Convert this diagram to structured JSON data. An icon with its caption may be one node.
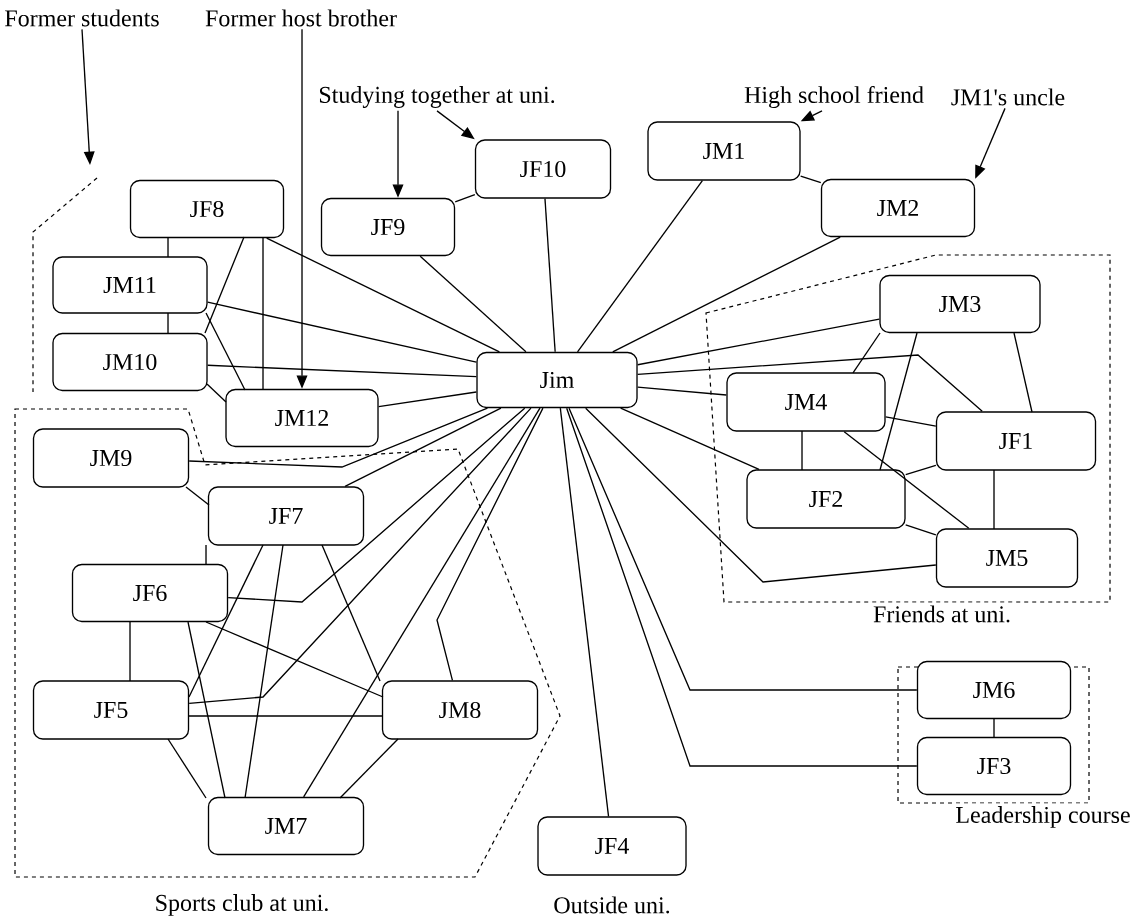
{
  "diagram": {
    "nodes": [
      {
        "text": [
          "Former students"
        ]
      },
      {
        "text": [
          "Former host brother"
        ]
      },
      {
        "text": [
          "Studying together at uni."
        ]
      },
      {
        "text": [
          "High school friend"
        ]
      },
      {
        "text": [
          "JM1's uncle"
        ]
      },
      {
        "text": [
          "JF10"
        ]
      },
      {
        "text": [
          "JM1"
        ]
      },
      {
        "text": [
          "JF9"
        ]
      },
      {
        "text": [
          "JF8"
        ]
      },
      {
        "text": [
          "JM2"
        ]
      },
      {
        "text": [
          "JM11"
        ]
      },
      {
        "text": [
          "JM10"
        ]
      },
      {
        "text": [
          "Jim"
        ]
      },
      {
        "text": [
          "Friends at uni."
        ]
      },
      {
        "text": [
          "JM3"
        ],
        "in": 13
      },
      {
        "text": [
          "JM4"
        ],
        "in": 13
      },
      {
        "text": [
          "JF1"
        ],
        "in": 13
      },
      {
        "text": [
          "JF2"
        ],
        "in": 13
      },
      {
        "text": [
          "JM5"
        ],
        "in": 13
      },
      {
        "text": [
          "Sports club at uni."
        ]
      },
      {
        "text": [
          "JM12"
        ]
      },
      {
        "text": [
          "JM9"
        ],
        "in": 19
      },
      {
        "text": [
          "JF7"
        ],
        "in": 19
      },
      {
        "text": [
          "JF6"
        ],
        "in": 19
      },
      {
        "text": [
          "JF5"
        ],
        "in": 19
      },
      {
        "text": [
          "JM8"
        ],
        "in": 19
      },
      {
        "text": [
          "JM7"
        ],
        "in": 19
      },
      {
        "text": [
          "Leadership course"
        ]
      },
      {
        "text": [
          "JM6"
        ],
        "in": 27
      },
      {
        "text": [
          "JF3"
        ],
        "in": 27
      },
      {
        "text": [
          "JF4"
        ]
      }
    ],
    "edges": [
      {
        "from": 0,
        "to": null,
        "arrow": "to"
      },
      {
        "from": 1,
        "to": 20,
        "arrow": "to"
      },
      {
        "from": 2,
        "to": 7,
        "arrow": "to"
      },
      {
        "from": 2,
        "to": 5,
        "arrow": "to"
      },
      {
        "from": 3,
        "to": 6,
        "arrow": "to"
      },
      {
        "from": 4,
        "to": 9,
        "arrow": "to"
      },
      {
        "from": 12,
        "to": 5,
        "arrow": "none"
      },
      {
        "from": 12,
        "to": 7,
        "arrow": "none"
      },
      {
        "from": 12,
        "to": 8,
        "arrow": "none"
      },
      {
        "from": 12,
        "to": 10,
        "arrow": "none"
      },
      {
        "from": 12,
        "to": 11,
        "arrow": "none"
      },
      {
        "from": 12,
        "to": 6,
        "arrow": "none"
      },
      {
        "from": 12,
        "to": 9,
        "arrow": "none"
      },
      {
        "from": 12,
        "to": 14,
        "arrow": "none"
      },
      {
        "from": 12,
        "to": 16,
        "arrow": "none"
      },
      {
        "from": 12,
        "to": 15,
        "arrow": "none"
      },
      {
        "from": 12,
        "to": 17,
        "arrow": "none"
      },
      {
        "from": 12,
        "to": 18,
        "arrow": "none"
      },
      {
        "from": 12,
        "to": 20,
        "arrow": "none"
      },
      {
        "from": 12,
        "to": 21,
        "arrow": "none"
      },
      {
        "from": 12,
        "to": 22,
        "arrow": "none"
      },
      {
        "from": 12,
        "to": 23,
        "arrow": "none"
      },
      {
        "from": 12,
        "to": 24,
        "arrow": "none"
      },
      {
        "from": 12,
        "to": 26,
        "arrow": "none"
      },
      {
        "from": 12,
        "to": 25,
        "arrow": "none"
      },
      {
        "from": 12,
        "to": 30,
        "arrow": "none"
      },
      {
        "from": 12,
        "to": 28,
        "arrow": "none"
      },
      {
        "from": 12,
        "to": 29,
        "arrow": "none"
      },
      {
        "from": 5,
        "to": 7,
        "arrow": "none"
      },
      {
        "from": 6,
        "to": 9,
        "arrow": "none"
      },
      {
        "from": 8,
        "to": 10,
        "arrow": "none"
      },
      {
        "from": 8,
        "to": 11,
        "arrow": "none"
      },
      {
        "from": 8,
        "to": 20,
        "arrow": "none"
      },
      {
        "from": 10,
        "to": 11,
        "arrow": "none"
      },
      {
        "from": 10,
        "to": 20,
        "arrow": "none"
      },
      {
        "from": 11,
        "to": 20,
        "arrow": "none"
      },
      {
        "from": 14,
        "to": 15,
        "arrow": "none"
      },
      {
        "from": 14,
        "to": 17,
        "arrow": "none"
      },
      {
        "from": 14,
        "to": 16,
        "arrow": "none"
      },
      {
        "from": 15,
        "to": 16,
        "arrow": "none"
      },
      {
        "from": 15,
        "to": 17,
        "arrow": "none"
      },
      {
        "from": 15,
        "to": 18,
        "arrow": "none"
      },
      {
        "from": 16,
        "to": 17,
        "arrow": "none"
      },
      {
        "from": 16,
        "to": 18,
        "arrow": "none"
      },
      {
        "from": 17,
        "to": 18,
        "arrow": "none"
      },
      {
        "from": 21,
        "to": 22,
        "arrow": "none"
      },
      {
        "from": 22,
        "to": 23,
        "arrow": "none"
      },
      {
        "from": 22,
        "to": 24,
        "arrow": "none"
      },
      {
        "from": 22,
        "to": 26,
        "arrow": "none"
      },
      {
        "from": 22,
        "to": 25,
        "arrow": "none"
      },
      {
        "from": 23,
        "to": 24,
        "arrow": "none"
      },
      {
        "from": 23,
        "to": 26,
        "arrow": "none"
      },
      {
        "from": 23,
        "to": 25,
        "arrow": "none"
      },
      {
        "from": 24,
        "to": 25,
        "arrow": "none"
      },
      {
        "from": 24,
        "to": 26,
        "arrow": "none"
      },
      {
        "from": 25,
        "to": 26,
        "arrow": "none"
      },
      {
        "from": 28,
        "to": 29,
        "arrow": "none"
      }
    ],
    "labels": [
      "Outside uni."
    ]
  }
}
